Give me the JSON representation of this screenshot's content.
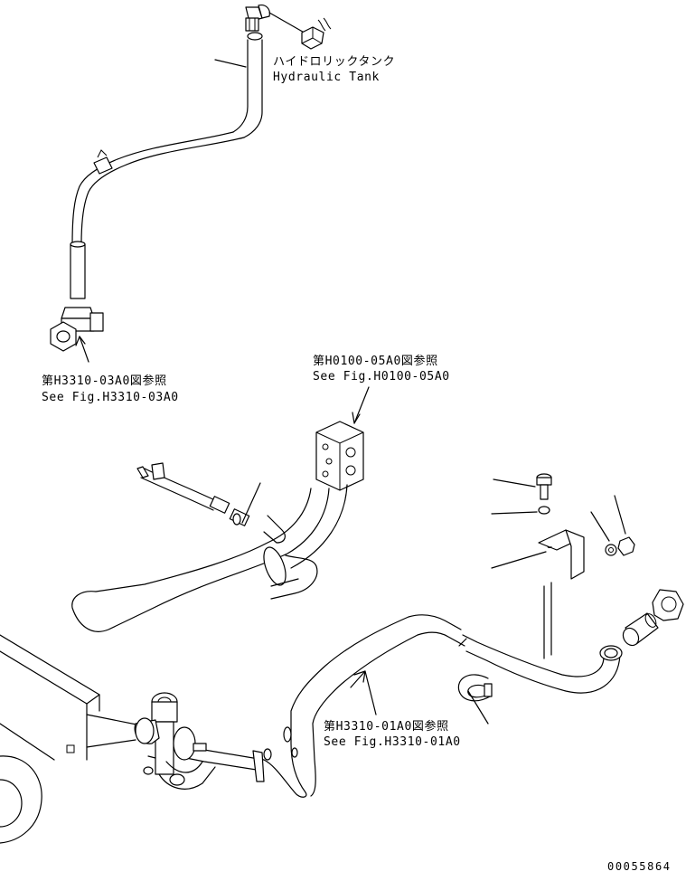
{
  "labels": {
    "tank_jp": "ハイドロリックタンク",
    "tank_en": "Hydraulic Tank",
    "ref_a_jp": "第H3310-03A0図参照",
    "ref_a_en": "See Fig.H3310-03A0",
    "ref_b_jp": "第H0100-05A0図参照",
    "ref_b_en": "See Fig.H0100-05A0",
    "ref_c_jp": "第H3310-01A0図参照",
    "ref_c_en": "See Fig.H3310-01A0",
    "drawing_number": "00055864"
  }
}
